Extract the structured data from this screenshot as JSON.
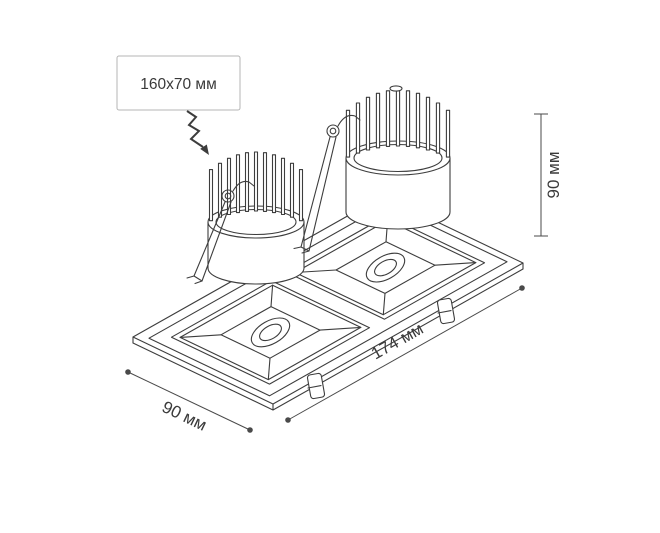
{
  "drawing_title": "recessed-double-downlight-dimension-drawing",
  "dimensions": {
    "cutout": "160x70 мм",
    "height": "90 мм",
    "length": "174 мм",
    "width": "90 мм"
  },
  "icons": {
    "cutout_arrow": "zigzag-arrow-down-right"
  },
  "colors": {
    "line": "#3d3d3d",
    "text": "#3a3a3a",
    "box_border": "#b5b5b5",
    "background": "#ffffff"
  }
}
